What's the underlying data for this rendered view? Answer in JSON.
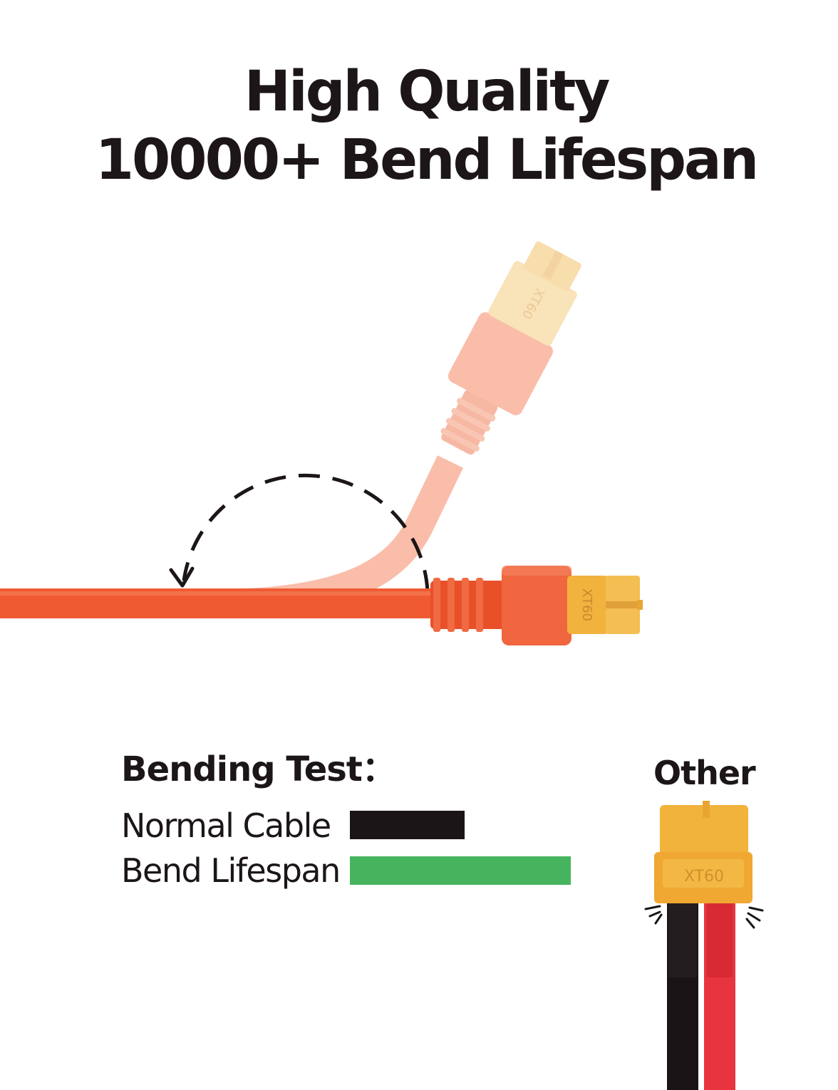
{
  "headline": {
    "line1": "High Quality",
    "line2": "10000+ Bend Lifespan"
  },
  "connectors": {
    "marking": "XT60"
  },
  "bending_test": {
    "title": "Bending Test：",
    "rows": [
      {
        "label": "Normal Cable",
        "color": "#1b1517",
        "relative_length": 0.52
      },
      {
        "label": "Bend Lifespan",
        "color": "#46b45e",
        "relative_length": 1.0
      }
    ]
  },
  "other": {
    "label": "Other"
  },
  "colors": {
    "cable_orange": "#f05a32",
    "cable_faded": "#f8a184",
    "connector_yellow": "#f3b63f",
    "wire_black": "#1a1416",
    "wire_red": "#e8343f",
    "text_dark": "#1c1618"
  }
}
